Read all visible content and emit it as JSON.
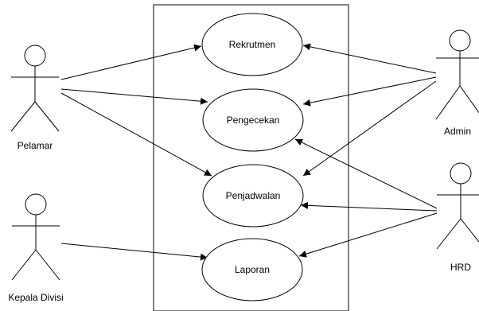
{
  "actors": {
    "pelamar": "Pelamar",
    "admin": "Admin",
    "hrd": "HRD",
    "kepala_divisi": "Kepala Divisi"
  },
  "use_cases": {
    "rekrutmen": "Rekrutmen",
    "pengecekan": "Pengecekan",
    "penjadwalan": "Penjadwalan",
    "laporan": "Laporan"
  }
}
